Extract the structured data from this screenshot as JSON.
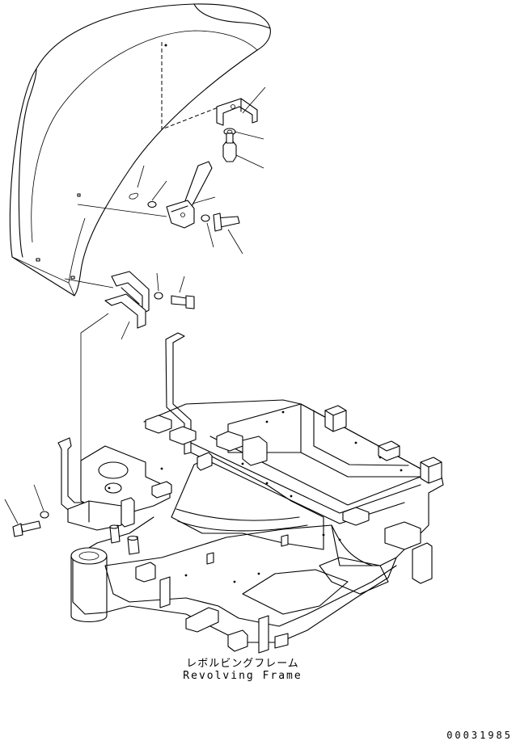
{
  "caption": {
    "japanese": "レボルビングフレーム",
    "english": "Revolving Frame"
  },
  "drawing_number": "00031985",
  "colors": {
    "line": "#000000",
    "background": "#ffffff"
  }
}
